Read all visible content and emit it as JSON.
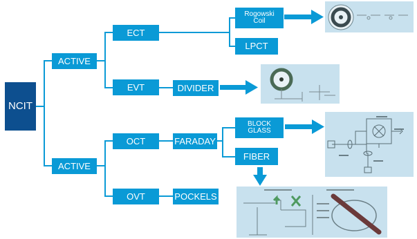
{
  "root": {
    "label": "NCIT"
  },
  "branches": {
    "upper": {
      "label": "ACTIVE"
    },
    "lower": {
      "label": "ACTIVE"
    }
  },
  "nodes": {
    "ect": "ECT",
    "evt": "EVT",
    "oct": "OCT",
    "ovt": "OVT",
    "rogowski": "Rogowski\nCoil",
    "lpct": "LPCT",
    "divider": "DIVIDER",
    "faraday": "FARADAY",
    "block_glass": "BLOCK\nGLASS",
    "fiber": "FIBER",
    "pockels": "POCKELS"
  },
  "colors": {
    "primary": "#0a9ad6",
    "root": "#0d4f8f",
    "image_bg": "#c8e1ee"
  }
}
